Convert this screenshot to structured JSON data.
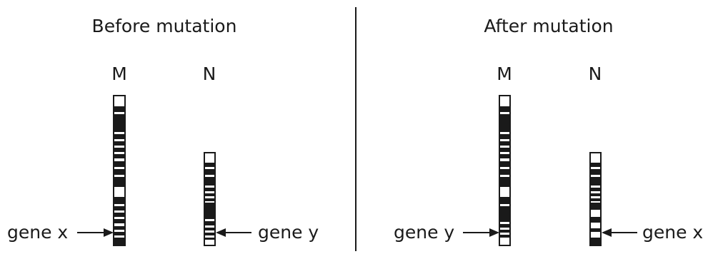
{
  "panels": [
    {
      "title": "Before mutation",
      "chromosomes": [
        {
          "label": "M",
          "gene": {
            "label": "gene x",
            "side": "left"
          }
        },
        {
          "label": "N",
          "gene": {
            "label": "gene y",
            "side": "right"
          }
        }
      ]
    },
    {
      "title": "After mutation",
      "chromosomes": [
        {
          "label": "M",
          "gene": {
            "label": "gene y",
            "side": "left"
          }
        },
        {
          "label": "N",
          "gene": {
            "label": "gene x",
            "side": "right"
          }
        }
      ]
    }
  ],
  "colors": {
    "ink": "#1a1a1a",
    "background": "#ffffff"
  }
}
